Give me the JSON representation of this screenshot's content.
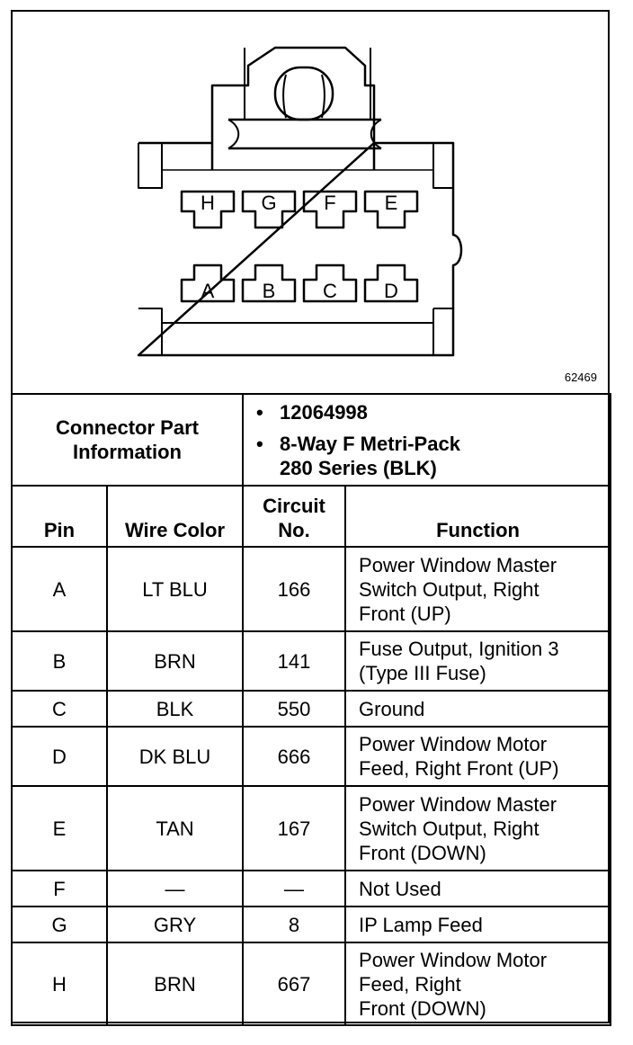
{
  "figure_id": "62469",
  "connector": {
    "top_pins": [
      "H",
      "G",
      "F",
      "E"
    ],
    "bottom_pins": [
      "A",
      "B",
      "C",
      "D"
    ]
  },
  "part_info": {
    "label_line1": "Connector Part",
    "label_line2": "Information",
    "part_number": "12064998",
    "desc_line1": "8-Way F Metri-Pack",
    "desc_line2": "280 Series (BLK)"
  },
  "columns": {
    "pin": "Pin",
    "wire_color": "Wire Color",
    "circuit_line1": "Circuit",
    "circuit_line2": "No.",
    "function": "Function"
  },
  "rows": [
    {
      "pin": "A",
      "wire": "LT BLU",
      "circuit": "166",
      "function": [
        "Power Window Master",
        "Switch Output, Right",
        "Front (UP)"
      ]
    },
    {
      "pin": "B",
      "wire": "BRN",
      "circuit": "141",
      "function": [
        "Fuse Output, Ignition 3",
        "(Type III Fuse)"
      ]
    },
    {
      "pin": "C",
      "wire": "BLK",
      "circuit": "550",
      "function": [
        "Ground"
      ]
    },
    {
      "pin": "D",
      "wire": "DK BLU",
      "circuit": "666",
      "function": [
        "Power Window Motor",
        "Feed, Right Front (UP)"
      ]
    },
    {
      "pin": "E",
      "wire": "TAN",
      "circuit": "167",
      "function": [
        "Power Window Master",
        "Switch Output, Right",
        "Front (DOWN)"
      ]
    },
    {
      "pin": "F",
      "wire": "—",
      "circuit": "—",
      "function": [
        "Not Used"
      ]
    },
    {
      "pin": "G",
      "wire": "GRY",
      "circuit": "8",
      "function": [
        "IP Lamp Feed"
      ]
    },
    {
      "pin": "H",
      "wire": "BRN",
      "circuit": "667",
      "function": [
        "Power Window Motor",
        "Feed, Right",
        "Front (DOWN)"
      ]
    }
  ]
}
